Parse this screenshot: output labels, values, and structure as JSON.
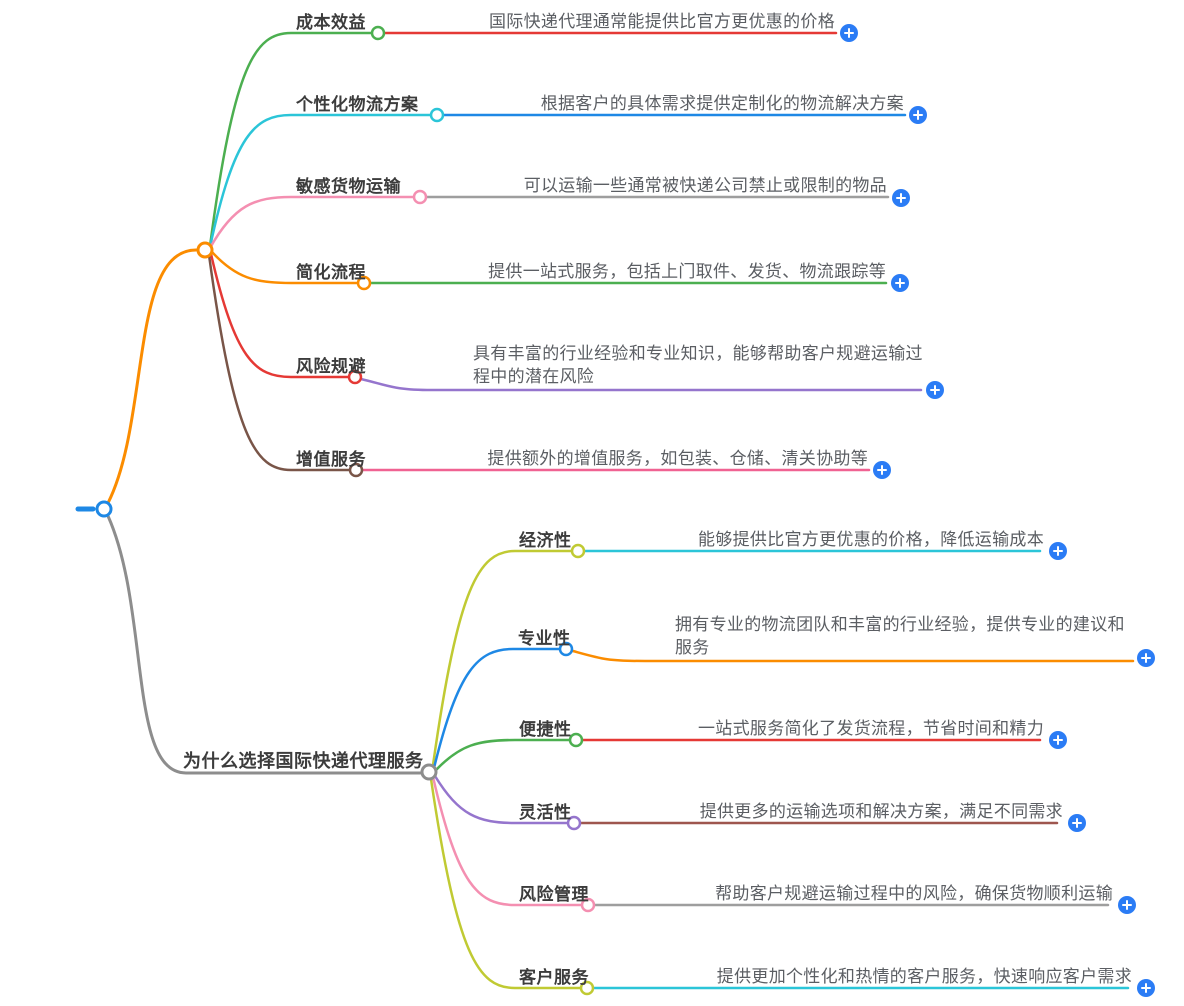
{
  "colors": {
    "root_blue": "#1e88e5",
    "top_node_orange": "#fb8c00",
    "bottom_node_gray": "#8d8d8d",
    "plus_button_blue": "#2b7cf5",
    "label_text": "#3c3c3c",
    "desc_text": "#5b5e63"
  },
  "top_branch": {
    "children": [
      {
        "label": "成本效益",
        "desc": "国际快递代理通常能提供比官方更优惠的价格",
        "branch_color": "#4caf50",
        "line_color": "#e53935"
      },
      {
        "label": "个性化物流方案",
        "desc": "根据客户的具体需求提供定制化的物流解决方案",
        "branch_color": "#2bc5d8",
        "line_color": "#1e88e5"
      },
      {
        "label": "敏感货物运输",
        "desc": "可以运输一些通常被快递公司禁止或限制的物品",
        "branch_color": "#f48fb1",
        "line_color": "#9e9e9e"
      },
      {
        "label": "简化流程",
        "desc": "提供一站式服务，包括上门取件、发货、物流跟踪等",
        "branch_color": "#fb8c00",
        "line_color": "#4caf50"
      },
      {
        "label": "风险规避",
        "desc": "具有丰富的行业经验和专业知识，能够帮助客户规避运输过程中的潜在风险",
        "branch_color": "#e53935",
        "line_color": "#9575cd"
      },
      {
        "label": "增值服务",
        "desc": "提供额外的增值服务，如包装、仓储、清关协助等",
        "branch_color": "#795548",
        "line_color": "#f06292"
      }
    ]
  },
  "bottom_branch": {
    "label": "为什么选择国际快递代理服务",
    "children": [
      {
        "label": "经济性",
        "desc": "能够提供比官方更优惠的价格，降低运输成本",
        "branch_color": "#c0ca33",
        "line_color": "#2bc5d8"
      },
      {
        "label": "专业性",
        "desc": "拥有专业的物流团队和丰富的行业经验，提供专业的建议和服务",
        "branch_color": "#1e88e5",
        "line_color": "#fb8c00"
      },
      {
        "label": "便捷性",
        "desc": "一站式服务简化了发货流程，节省时间和精力",
        "branch_color": "#4caf50",
        "line_color": "#e53935"
      },
      {
        "label": "灵活性",
        "desc": "提供更多的运输选项和解决方案，满足不同需求",
        "branch_color": "#9575cd",
        "line_color": "#9e564e"
      },
      {
        "label": "风险管理",
        "desc": "帮助客户规避运输过程中的风险，确保货物顺利运输",
        "branch_color": "#f48fb1",
        "line_color": "#9e9e9e"
      },
      {
        "label": "客户服务",
        "desc": "提供更加个性化和热情的客户服务，快速响应客户需求",
        "branch_color": "#c0ca33",
        "line_color": "#2bc5d8"
      }
    ]
  }
}
